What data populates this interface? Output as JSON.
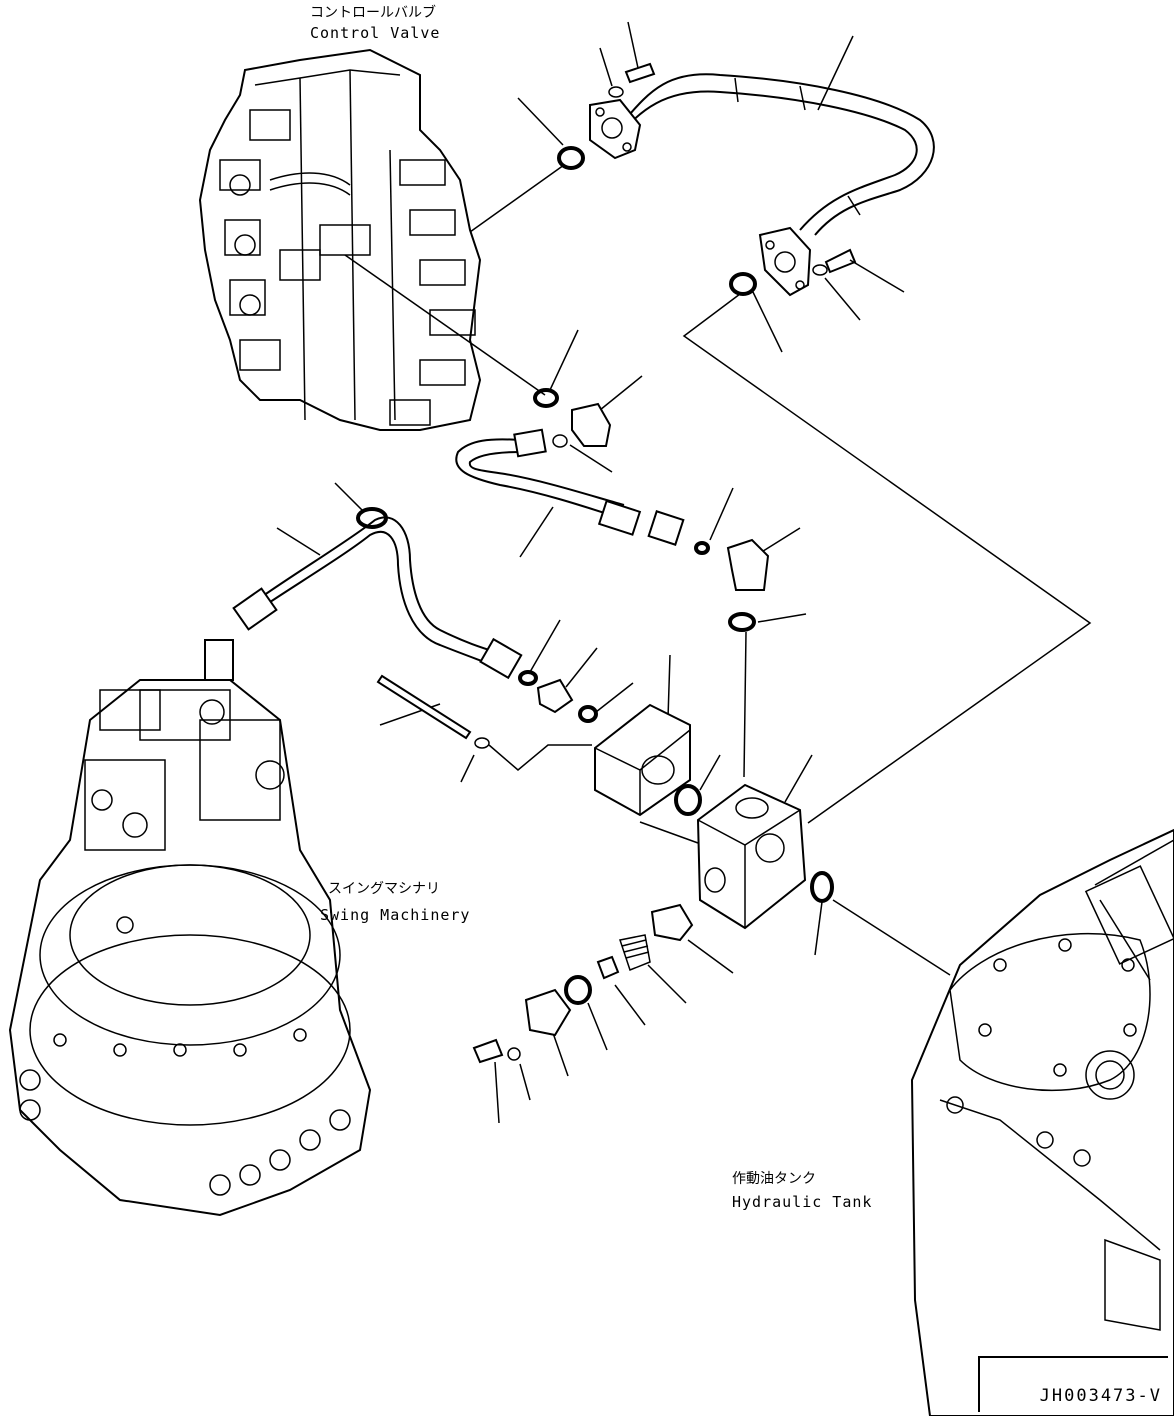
{
  "labels": {
    "control_valve_jp": "コントロールバルブ",
    "control_valve_en": "Control Valve",
    "swing_machinery_jp": "スイングマシナリ",
    "swing_machinery_en": "Swing Machinery",
    "hydraulic_tank_jp": "作動油タンク",
    "hydraulic_tank_en": "Hydraulic Tank"
  },
  "drawing_id": "JH003473-V"
}
